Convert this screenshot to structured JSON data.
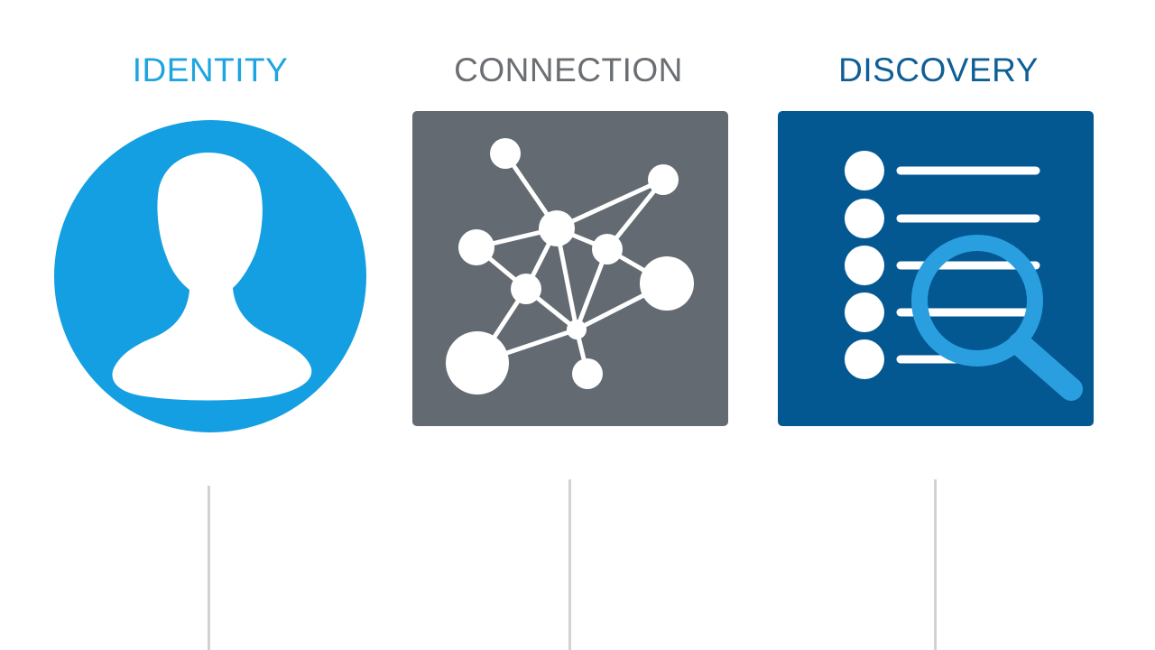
{
  "columns": [
    {
      "id": "identity",
      "title": "IDENTITY",
      "icon": "person-silhouette-icon",
      "color": "#139fe1"
    },
    {
      "id": "connection",
      "title": "CONNECTION",
      "icon": "network-graph-icon",
      "color": "#636a72"
    },
    {
      "id": "discovery",
      "title": "DISCOVERY",
      "icon": "list-magnifier-icon",
      "color": "#045892"
    }
  ],
  "colors": {
    "identity_title": "#1ea4e0",
    "connection_title": "#6b6f74",
    "discovery_title": "#0f5f96",
    "magnifier": "#2a9fe0",
    "connector_line": "#d2d2d2"
  }
}
